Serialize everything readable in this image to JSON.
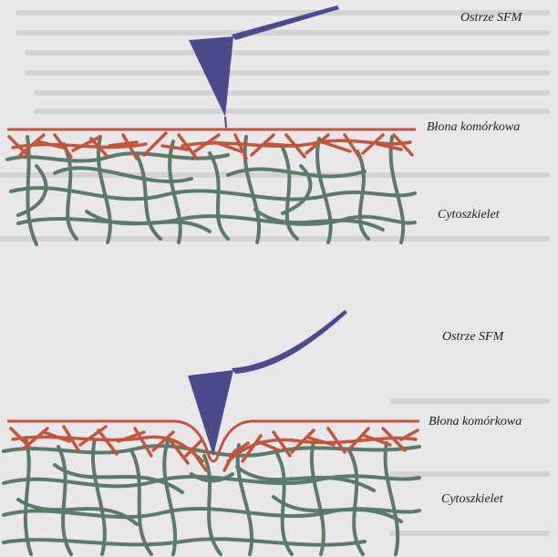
{
  "panels": [
    {
      "state": "undeformed",
      "labels": {
        "tip": "Ostrze SFM",
        "membrane": "Błona komórkowa",
        "cytoskeleton": "Cytoszkielet"
      }
    },
    {
      "state": "indented",
      "labels": {
        "tip": "Ostrze SFM",
        "membrane": "Błona komórkowa",
        "cytoskeleton": "Cytoszkielet"
      }
    }
  ],
  "colors": {
    "background": "#e9e7e9",
    "tip": "#4a4a8c",
    "membrane": "#c2553b",
    "cytoskeleton": "#5b7a6a",
    "ghost_text": "#b9b6bb"
  }
}
